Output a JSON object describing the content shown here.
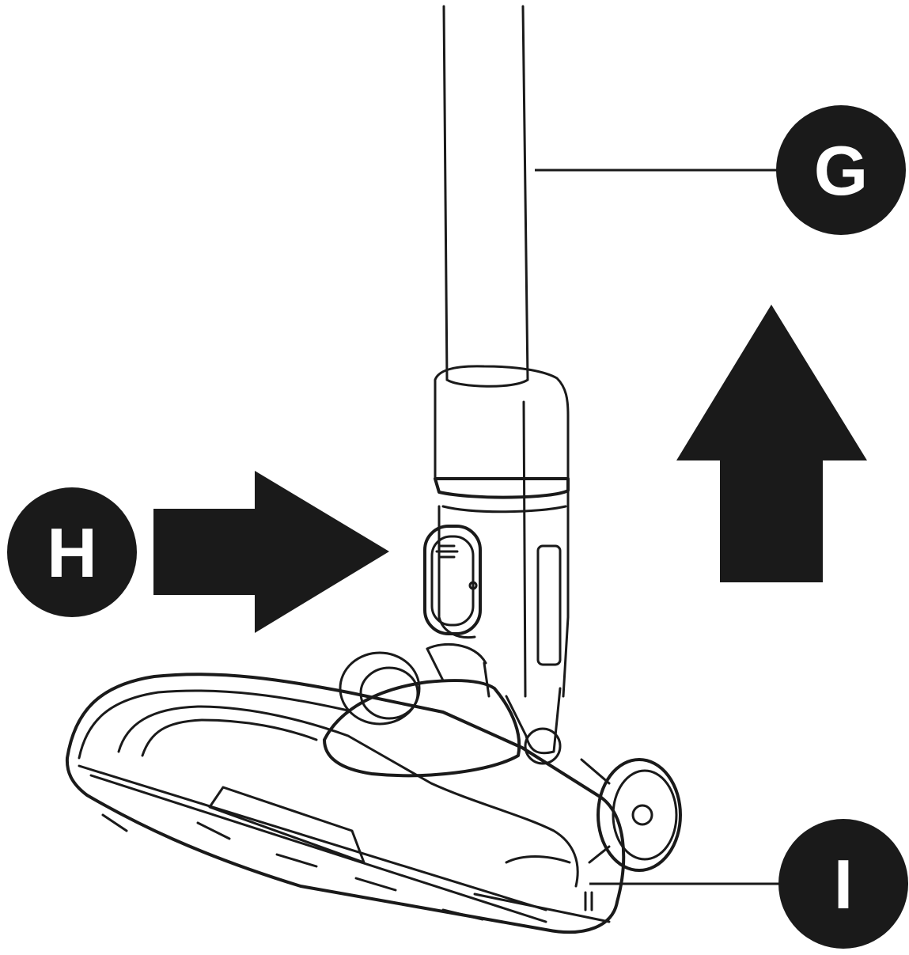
{
  "callouts": {
    "g": {
      "label": "G"
    },
    "h": {
      "label": "H"
    },
    "i": {
      "label": "I"
    }
  },
  "colors": {
    "ink": "#1a1a1a",
    "background": "#ffffff",
    "badge_text": "#ffffff"
  },
  "arrows": {
    "up": "arrow-up-icon",
    "right": "arrow-right-icon"
  }
}
